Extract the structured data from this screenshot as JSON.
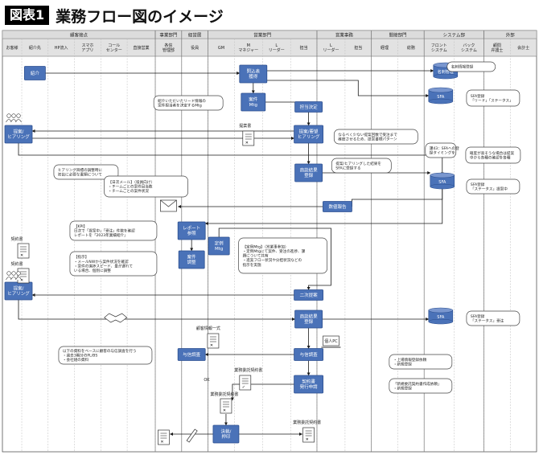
{
  "title": {
    "badge": "図表1",
    "text": "業務フロー図のイメージ"
  },
  "colors": {
    "box": "#4a72b8",
    "box_text": "#ffffff",
    "line": "#1a1a1a",
    "header_bg": "#dcdcdc",
    "grid": "#bdbdbd",
    "badge_bg": "#000000"
  },
  "groups": [
    {
      "key": "customer",
      "label": "顧客接点"
    },
    {
      "key": "admin",
      "label": "事業部門"
    },
    {
      "key": "mgmt",
      "label": "経営層"
    },
    {
      "key": "sales_dept",
      "label": "営業部門"
    },
    {
      "key": "sales_office",
      "label": "営業事務"
    },
    {
      "key": "back_office",
      "label": "間接部門"
    },
    {
      "key": "system",
      "label": "システム部"
    },
    {
      "key": "external",
      "label": "外部"
    }
  ],
  "lanes": [
    {
      "key": "client",
      "label": "お客様"
    },
    {
      "key": "referral",
      "label": "紹介先"
    },
    {
      "key": "hp",
      "label": "HP流入"
    },
    {
      "key": "app",
      "label": "スマホ\nアプリ"
    },
    {
      "key": "callcenter",
      "label": "コール\nセンター"
    },
    {
      "key": "direct",
      "label": "直接営業"
    },
    {
      "key": "admin",
      "label": "各信\n管理部"
    },
    {
      "key": "officer",
      "label": "役員"
    },
    {
      "key": "gm",
      "label": "GM"
    },
    {
      "key": "manager",
      "label": "M\nマネジャー"
    },
    {
      "key": "leader",
      "label": "L\nリーダー"
    },
    {
      "key": "rep",
      "label": "担当"
    },
    {
      "key": "office_leader",
      "label": "L\nリーダー"
    },
    {
      "key": "office_rep",
      "label": "担当"
    },
    {
      "key": "accounting",
      "label": "経理"
    },
    {
      "key": "general",
      "label": "総務"
    },
    {
      "key": "front",
      "label": "フロント\nシステム"
    },
    {
      "key": "backsys",
      "label": "バック\nシステム"
    },
    {
      "key": "lawyer",
      "label": "顧問\n弁護士"
    },
    {
      "key": "cpa",
      "label": "会計士"
    }
  ],
  "boxes": [
    {
      "key": "intro",
      "label": "紹介"
    },
    {
      "key": "manage_inbound",
      "label": "問込表\n獲得"
    },
    {
      "key": "case_mtg",
      "label": "案件\nMtg"
    },
    {
      "key": "assign",
      "label": "担当決定"
    },
    {
      "key": "proposal_hearing",
      "label": "提案/\nヒアリング"
    },
    {
      "key": "proposal_edit",
      "label": "提案/要望\nヒアリング"
    },
    {
      "key": "meeting_record",
      "label": "商談結果\n登録"
    },
    {
      "key": "mail_report",
      "label": "数値報告"
    },
    {
      "key": "report_share",
      "label": "レポート\n参照"
    },
    {
      "key": "regular_mtg",
      "label": "定例\nMtg"
    },
    {
      "key": "case_adjust",
      "label": "案件\n調整"
    },
    {
      "key": "second_proposal",
      "label": "二次提案"
    },
    {
      "key": "hearing2",
      "label": "提案/\nヒアリング"
    },
    {
      "key": "meeting_record2",
      "label": "商談結果\n登録"
    },
    {
      "key": "credit_check",
      "label": "与信調査"
    },
    {
      "key": "credit_request",
      "label": "与信調査"
    },
    {
      "key": "contract_apply",
      "label": "契約書\n発行申請"
    },
    {
      "key": "approve",
      "label": "決裁/\n押印"
    }
  ],
  "databases": [
    {
      "key": "db_top",
      "label": "名刺管理"
    },
    {
      "key": "sfa1",
      "label": "SFA"
    },
    {
      "key": "sfa2",
      "label": "SFA"
    },
    {
      "key": "sfa3",
      "label": "SFA"
    }
  ],
  "notes": [
    {
      "key": "n_namecard",
      "lines": [
        "名刺情報登録"
      ]
    },
    {
      "key": "n_sfa_lead",
      "lines": [
        "SFA登録",
        "「リード」「ステータス」"
      ]
    },
    {
      "key": "n_lead",
      "lines": [
        "紹介いただいたリード情報の",
        "案件担当者を決定するMtg"
      ]
    },
    {
      "key": "n_materials",
      "lines": [
        "なるべく少ない提案回数で受注まで",
        "確度させるため、提案書標パターン"
      ]
    },
    {
      "key": "n_hearing_sfa",
      "lines": [
        "提案/ヒアリングした結果を",
        "SFAに登録する"
      ]
    },
    {
      "key": "n_sfa_timing",
      "lines": [
        "課43：SFAへの登",
        "録タイミングを"
      ]
    },
    {
      "key": "n_confirm",
      "lines": [
        "確度が高そうな場合は提案",
        "中から各種の確認を各種"
      ]
    },
    {
      "key": "n_hearing_left",
      "lines": [
        "ヒアリング目標の調整時に",
        "初出に必要な書類について"
      ]
    },
    {
      "key": "n_sfa_status",
      "lines": [
        "SFA登録",
        "「ステータス」提案中"
      ]
    },
    {
      "key": "n_daily_mail",
      "lines": [
        "【日次メール】（役員向け）",
        "・チームごとの案件目当数",
        "・チームごとの案件状況"
      ]
    },
    {
      "key": "n_kpi",
      "lines": [
        "【KPI】",
        "日次で「提案中」「受注」件数を確認",
        "レポートを「2023年業績紹介」"
      ]
    },
    {
      "key": "n_regular",
      "lines": [
        "【定例Mtg】（営業事参加）",
        "・定例Mtgにて案件、受注の進捗、課",
        "題について共有",
        "・進案フロー状況や分担状況などの",
        "指示を実施"
      ]
    },
    {
      "key": "n_adjust",
      "lines": [
        "【指示】",
        "・メールNWから案件状況を確認",
        "・案件の進捗スピード、量が遅れて",
        "いる場合、個別に調整"
      ]
    },
    {
      "key": "n_sfa_won",
      "lines": [
        "SFA登録",
        "「ステータス」受注"
      ]
    },
    {
      "key": "n_credit",
      "lines": [
        "以下の資料をベースに顧客の与信調査を行う",
        "・過去3期分のPL/BS",
        "・会社組の資料"
      ]
    },
    {
      "key": "n_credit_info",
      "lines": [
        "・上場情報登録依頼",
        "・新規登録"
      ]
    },
    {
      "key": "n_contract_req",
      "lines": [
        "「新規委託契約書作成依頼」",
        "・新規登録"
      ]
    }
  ],
  "labels": {
    "proposal_doc": "提案書",
    "credit_doc": "顧客情報一式",
    "contract_doc": "契約書",
    "contract_doc2": "契約書",
    "service_contract1": "業務委託契約書",
    "service_contract2": "業務委託契約書",
    "service_contract3": "業務委託契約書",
    "pc": "個人PC",
    "ok": "OK",
    "mark_check": "✓",
    "mark_x": "✕"
  }
}
